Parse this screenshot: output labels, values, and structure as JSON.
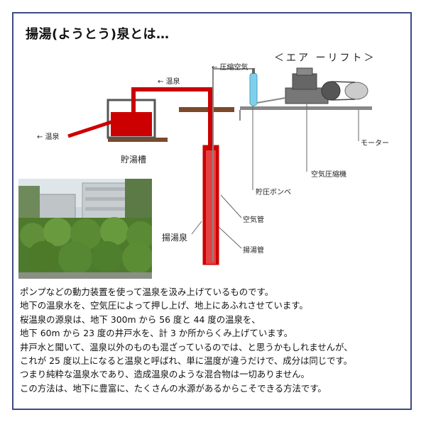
{
  "title": "揚湯(ようとう)泉とは…",
  "diagram": {
    "airlift_label": "＜エア ーリフト＞",
    "compressed_air": "← 圧縮空気",
    "hot_spring_top": "← 温泉",
    "hot_spring_left": "← 温泉",
    "tank": "貯湯槽",
    "motor": "モーター",
    "compressor": "空気圧縮機",
    "cylinder": "貯圧ボンベ",
    "air_pipe": "空気管",
    "lift_pipe": "揚湯管",
    "well": "揚湯泉",
    "colors": {
      "hot_water": "#cc0000",
      "ground": "#7a4a2a",
      "cylinder": "#7fd0ea"
    }
  },
  "photo": {
    "icon": "building-photo"
  },
  "body": [
    "ポンプなどの動力装置を使って温泉を汲み上げているものです。",
    "地下の温泉水を、空気圧によって押し上げ、地上にあふれさせています。",
    "桜温泉の源泉は、地下 300m から 56 度と 44 度の温泉を、",
    "地下 60m から 23 度の井戸水を、計 3 か所からくみ上げています。",
    "井戸水と聞いて、温泉以外のものも混ざっているのでは、と思うかもしれませんが、",
    "これが 25 度以上になると温泉と呼ばれ、単に温度が違うだけで、成分は同じです。",
    "つまり純粋な温泉水であり、造成温泉のような混合物は一切ありません。",
    "この方法は、地下に豊富に、たくさんの水源があるからこそできる方法です。"
  ]
}
